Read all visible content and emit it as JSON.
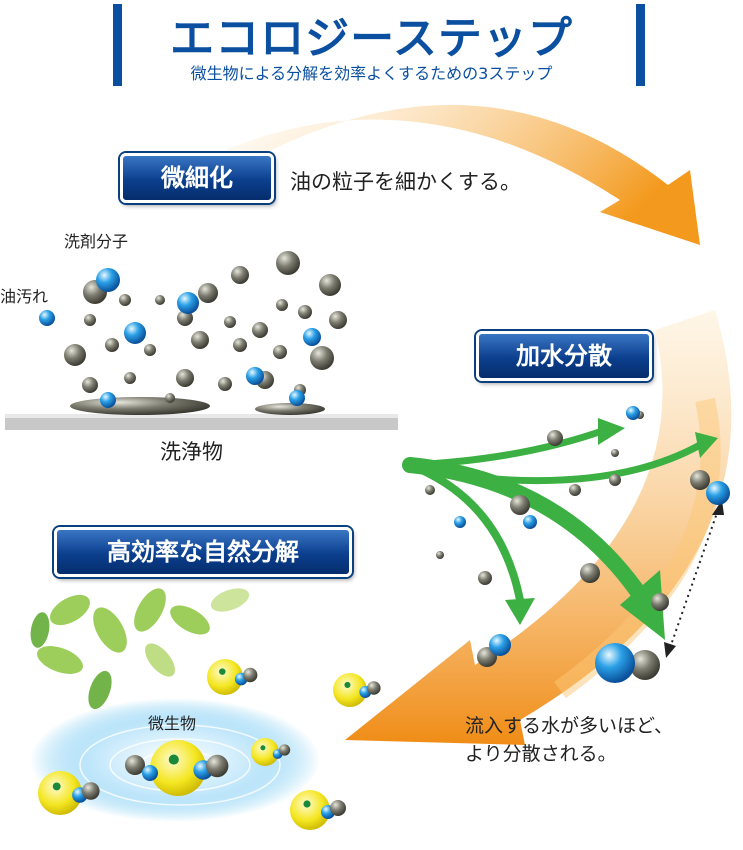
{
  "header": {
    "title": "エコロジーステップ",
    "subtitle": "微生物による分解を効率よくするための3ステップ"
  },
  "step1": {
    "badge": "微細化",
    "description": "油の粒子を細かくする。",
    "label_detergent": "洗剤分子",
    "label_oil": "油汚れ",
    "label_object": "洗浄物"
  },
  "step2": {
    "badge": "加水分散",
    "note_line1": "流入する水が多いほど、",
    "note_line2": "より分散される。"
  },
  "step3": {
    "badge": "高効率な自然分解",
    "label_microbe": "微生物"
  },
  "colors": {
    "brand_blue": "#0a4fa0",
    "arrow_orange": "#f0a030",
    "arrow_green": "#3cb043"
  }
}
